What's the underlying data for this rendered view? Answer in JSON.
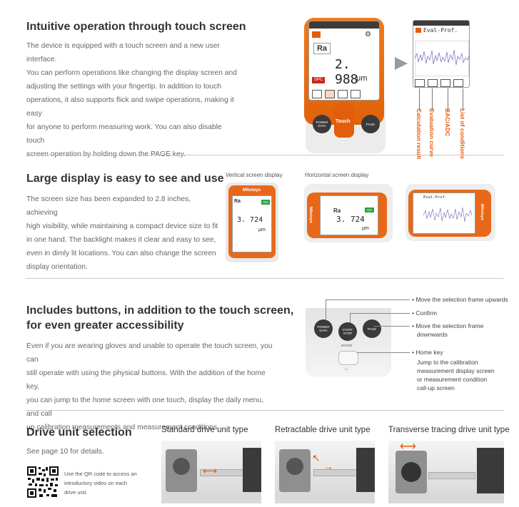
{
  "section1": {
    "title": "Intuitive operation through touch screen",
    "body": [
      "The device is equipped with a touch screen and a new user interface.",
      "You can perform operations like changing the display screen and",
      "adjusting the settings with your fingertip. In addition to touch",
      "operations, it also supports flick and swipe operations, making it easy",
      "for anyone to perform measuring work. You can also disable touch",
      "screen operation by holding down the PAGE key."
    ],
    "device_param": "Ra",
    "device_value": "2. 988",
    "device_unit": "μm",
    "spc": "SPC",
    "touch": "Touch",
    "key_power": "POWER DATA",
    "key_page": "PAGE",
    "eval_title": "Eval-Prof.",
    "labels": [
      "Calculation result",
      "Evaluation curve",
      "BAC/ADC",
      "List of conditions"
    ]
  },
  "section2": {
    "title": "Large display is easy to see and use",
    "body": [
      "The screen size has been expanded to 2.8 inches, achieving",
      "high visibility, while maintaining a compact device size to fit",
      "in one hand. The backlight makes it clear and easy to see,",
      "even in dimly lit locations. You can also change the screen",
      "display orientation."
    ],
    "caption_vertical": "Vertical screen display",
    "caption_horizontal": "Horizontal screen display",
    "brand": "Mitutoyo",
    "param": "Ra",
    "go": "GO",
    "value": "3. 724",
    "unit": "μm",
    "eval_title": "Eval-Prof."
  },
  "section3": {
    "title_line1": "Includes buttons, in addition to the touch screen,",
    "title_line2": "for even greater accessibility",
    "body": [
      "Even if you are wearing gloves and unable to operate the touch screen, you can",
      "still operate with using the physical buttons. With the addition of the home key,",
      "you can jump to the home screen with one touch, display the daily menu, and call",
      "up calibration measurements and measurement conditions."
    ],
    "key_power": "POWER DATA",
    "key_start": "START STOP",
    "key_page": "PAGE",
    "key_enter": "ENTER",
    "notes": [
      "• Move the selection frame upwards",
      "• Confirm",
      "• Move the selection frame",
      "downwards",
      "• Home key",
      "Jump to the calibration",
      "measurement display screen",
      "or measurement condition",
      "call-up screen"
    ]
  },
  "section4": {
    "title": "Drive unit selection",
    "see": "See page 10 for details.",
    "qr_text": [
      "Use the QR code to access an",
      "introductory video on each",
      "drive unit."
    ],
    "types": [
      "Standard drive unit type",
      "Retractable drive unit type",
      "Transverse tracing drive unit type"
    ]
  },
  "colors": {
    "accent": "#e35d0c",
    "text": "#666666",
    "title": "#333333"
  }
}
